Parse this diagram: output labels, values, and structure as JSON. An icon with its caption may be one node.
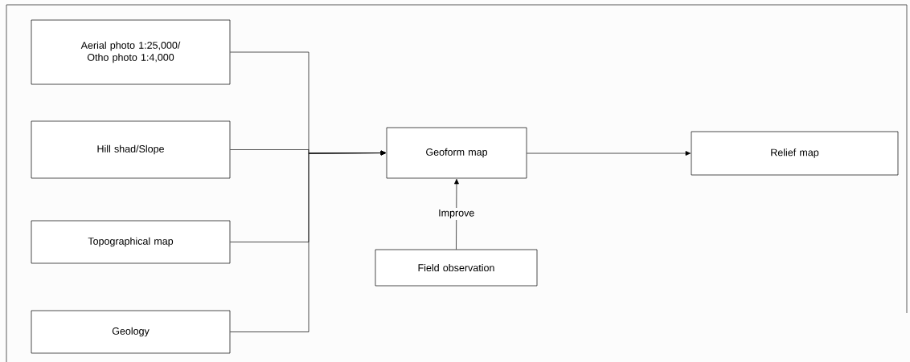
{
  "diagram": {
    "nodes": [
      {
        "text": [
          "Aerial photo 1:25,000/ Otho photo 1:4,000"
        ]
      },
      {
        "text": [
          "Hill shad/Slope"
        ]
      },
      {
        "text": [
          "Topographical map"
        ]
      },
      {
        "text": [
          "Geology"
        ]
      },
      {
        "text": [
          "Geoform map"
        ]
      },
      {
        "text": [
          "Relief map"
        ]
      },
      {
        "text": [
          "Field observation"
        ]
      }
    ],
    "edges": [
      {
        "from": 0,
        "to": 4,
        "arrow": "to"
      },
      {
        "from": 1,
        "to": 4,
        "arrow": "to"
      },
      {
        "from": 2,
        "to": 4,
        "arrow": "to"
      },
      {
        "from": 3,
        "to": 4,
        "arrow": "to"
      },
      {
        "from": 4,
        "to": 5,
        "arrow": "to"
      },
      {
        "from": 6,
        "to": 4,
        "arrow": "to",
        "label": "Improve"
      }
    ]
  }
}
